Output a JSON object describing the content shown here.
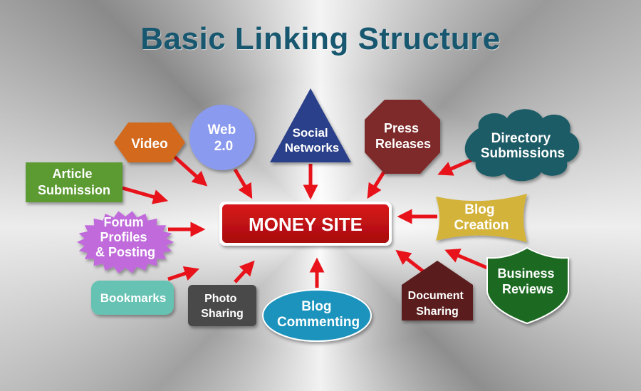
{
  "title": "Basic Linking Structure",
  "center": {
    "label": "MONEY SITE",
    "color": "#c40f12"
  },
  "nodes": {
    "video": {
      "lines": [
        "Video"
      ],
      "color": "#d2691e"
    },
    "web20": {
      "lines": [
        "Web",
        "2.0"
      ],
      "color": "#8a9aee"
    },
    "social": {
      "lines": [
        "Social",
        "Networks"
      ],
      "color": "#2c3f8a"
    },
    "press": {
      "lines": [
        "Press",
        "Releases"
      ],
      "color": "#7e2a2a"
    },
    "directory": {
      "lines": [
        "Directory",
        "Submissions"
      ],
      "color": "#1e5b66"
    },
    "article": {
      "lines": [
        "Article",
        "Submission"
      ],
      "color": "#5b9a32"
    },
    "forum": {
      "lines": [
        "Forum",
        "Profiles",
        "& Posting"
      ],
      "color": "#c06bdb"
    },
    "blogcreation": {
      "lines": [
        "Blog",
        "Creation"
      ],
      "color": "#d4b33a"
    },
    "bookmarks": {
      "lines": [
        "Bookmarks"
      ],
      "color": "#66c2b2"
    },
    "photo": {
      "lines": [
        "Photo",
        "Sharing"
      ],
      "color": "#4a4a4a"
    },
    "commenting": {
      "lines": [
        "Blog",
        "Commenting"
      ],
      "color": "#1a93bd"
    },
    "document": {
      "lines": [
        "Document",
        "Sharing"
      ],
      "color": "#5a1e1e"
    },
    "business": {
      "lines": [
        "Business",
        "Reviews"
      ],
      "color": "#1f6b23"
    }
  },
  "arrow_color": "#e8121a"
}
